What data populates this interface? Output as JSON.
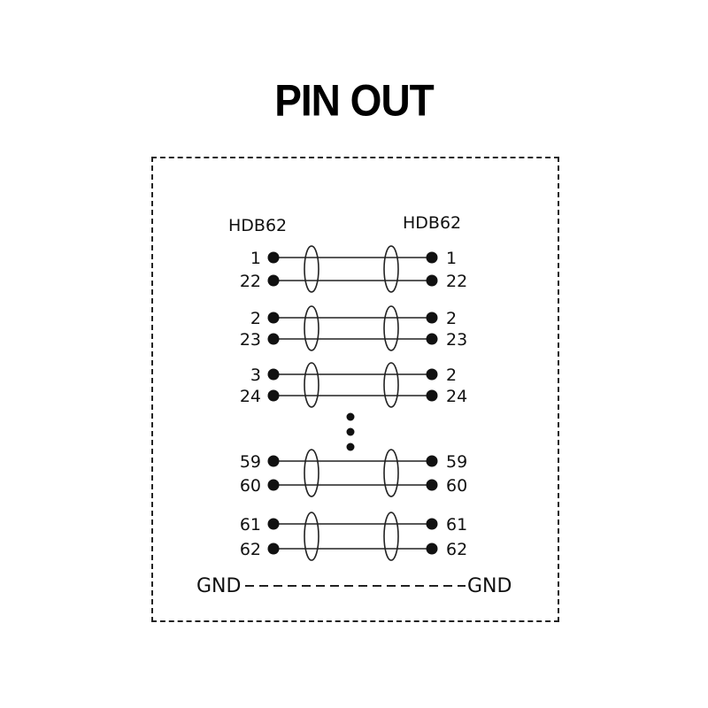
{
  "title": "PIN OUT",
  "connectors": {
    "left_label": "HDB62",
    "right_label": "HDB62"
  },
  "wire_pairs": [
    {
      "left": [
        "1",
        "22"
      ],
      "right": [
        "1",
        "22"
      ]
    },
    {
      "left": [
        "2",
        "23"
      ],
      "right": [
        "2",
        "23"
      ]
    },
    {
      "left": [
        "3",
        "24"
      ],
      "right": [
        "2",
        "24"
      ]
    },
    {
      "left": [
        "59",
        "60"
      ],
      "right": [
        "59",
        "60"
      ]
    },
    {
      "left": [
        "61",
        "62"
      ],
      "right": [
        "61",
        "62"
      ]
    }
  ],
  "ground": {
    "left_label": "GND",
    "right_label": "GND"
  }
}
